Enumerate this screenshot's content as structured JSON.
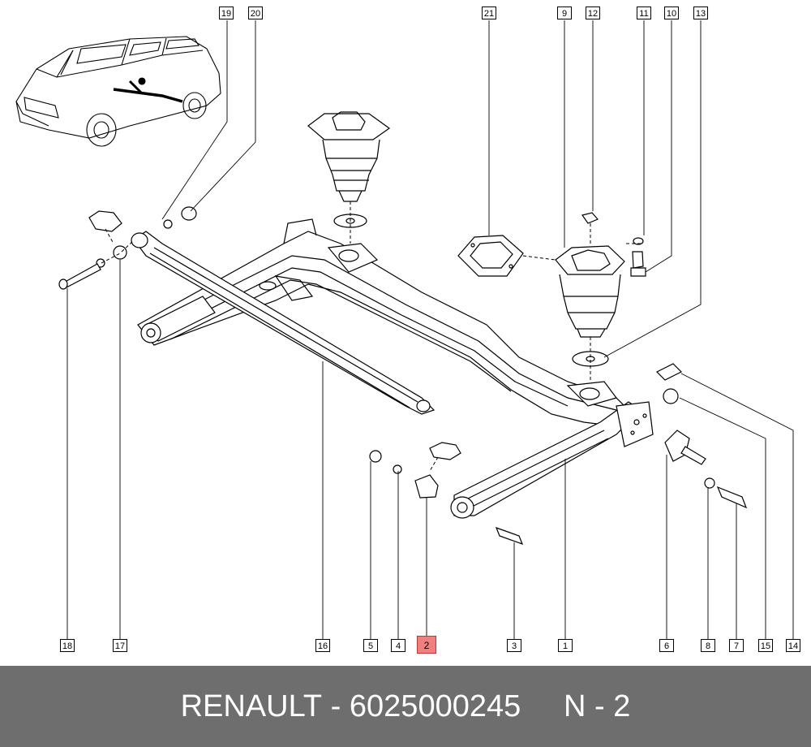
{
  "callouts": {
    "c19": "19",
    "c20": "20",
    "c21": "21",
    "c9": "9",
    "c12": "12",
    "c11": "11",
    "c10": "10",
    "c13": "13",
    "c18": "18",
    "c17": "17",
    "c16": "16",
    "c5": "5",
    "c4": "4",
    "c2": "2",
    "c3": "3",
    "c1": "1",
    "c6": "6",
    "c8": "8",
    "c7": "7",
    "c15": "15",
    "c14": "14"
  },
  "highlight_color": "#f08080",
  "footer": {
    "brand": "RENAULT",
    "separator": " - ",
    "part_number": "6025000245",
    "position_label": "N - 2"
  },
  "footer_bg": "#6e6e6e"
}
